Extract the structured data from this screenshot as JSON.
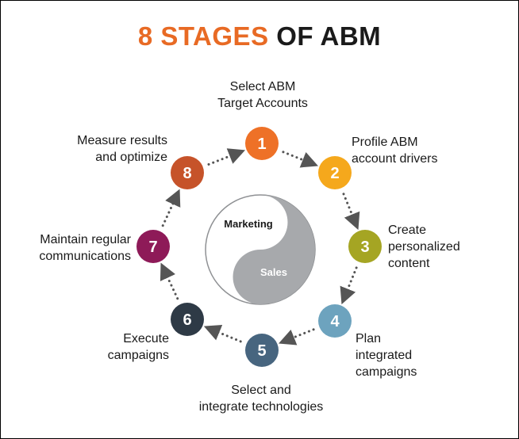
{
  "title": {
    "accent": "8 STAGES",
    "rest": "OF ABM",
    "accent_color": "#e86a24",
    "rest_color": "#1a1a1a"
  },
  "center": {
    "top_label": "Marketing",
    "bottom_label": "Sales",
    "sales_color": "#a7a9ac"
  },
  "stages": [
    {
      "number": "1",
      "color": "#ee7127",
      "lines": [
        "Select ABM",
        "Target Accounts"
      ]
    },
    {
      "number": "2",
      "color": "#f5a81c",
      "lines": [
        "Profile ABM",
        "account drivers"
      ]
    },
    {
      "number": "3",
      "color": "#a5a523",
      "lines": [
        "Create",
        "personalized",
        "content"
      ]
    },
    {
      "number": "4",
      "color": "#6da3be",
      "lines": [
        "Plan",
        "integrated",
        "campaigns"
      ]
    },
    {
      "number": "5",
      "color": "#47657f",
      "lines": [
        "Select and",
        "integrate technologies"
      ]
    },
    {
      "number": "6",
      "color": "#2e3a46",
      "lines": [
        "Execute",
        "campaigns"
      ]
    },
    {
      "number": "7",
      "color": "#8e1a58",
      "lines": [
        "Maintain regular",
        "communications"
      ]
    },
    {
      "number": "8",
      "color": "#c6532a",
      "lines": [
        "Measure results",
        "and optimize"
      ]
    }
  ]
}
